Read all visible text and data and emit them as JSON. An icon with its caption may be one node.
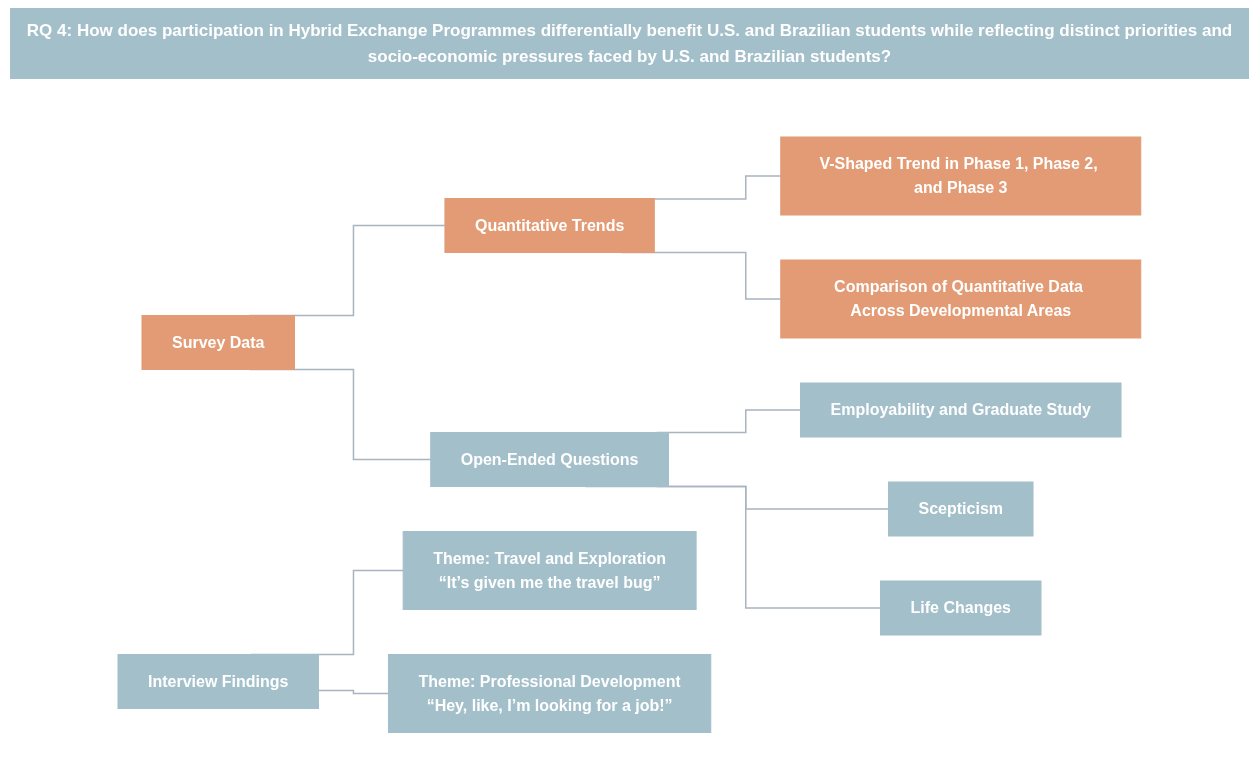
{
  "diagram": {
    "title": "RQ 4: How does participation in Hybrid Exchange Programmes differentially benefit U.S. and Brazilian students while reflecting distinct priorities and socio-economic pressures faced by U.S. and Brazilian students?",
    "nodes": [
      {
        "text": [
          "Survey Data"
        ]
      },
      {
        "text": [
          "Quantitative Trends"
        ]
      },
      {
        "text": [
          "V-Shaped Trend in Phase 1, Phase 2, and Phase 3"
        ]
      },
      {
        "text": [
          "Comparison of Quantitative Data Across Developmental Areas"
        ]
      },
      {
        "text": [
          "Open-Ended Questions"
        ]
      },
      {
        "text": [
          "Employability and Graduate Study"
        ]
      },
      {
        "text": [
          "Scepticism"
        ]
      },
      {
        "text": [
          "Life Changes"
        ]
      },
      {
        "text": [
          "Interview Findings"
        ]
      },
      {
        "text": [
          "Theme: Travel and Exploration",
          "“It’s given me the travel bug”"
        ]
      },
      {
        "text": [
          "Theme: Professional Development",
          "“Hey, like, I’m looking for a job!”"
        ]
      }
    ],
    "edges": [
      {
        "from": 0,
        "to": 1,
        "arrow": "none"
      },
      {
        "from": 0,
        "to": 4,
        "arrow": "none"
      },
      {
        "from": 1,
        "to": 2,
        "arrow": "none"
      },
      {
        "from": 1,
        "to": 3,
        "arrow": "none"
      },
      {
        "from": 4,
        "to": 5,
        "arrow": "none"
      },
      {
        "from": 4,
        "to": 6,
        "arrow": "none"
      },
      {
        "from": 4,
        "to": 7,
        "arrow": "none"
      },
      {
        "from": 8,
        "to": 9,
        "arrow": "none"
      },
      {
        "from": 8,
        "to": 10,
        "arrow": "none"
      }
    ]
  }
}
